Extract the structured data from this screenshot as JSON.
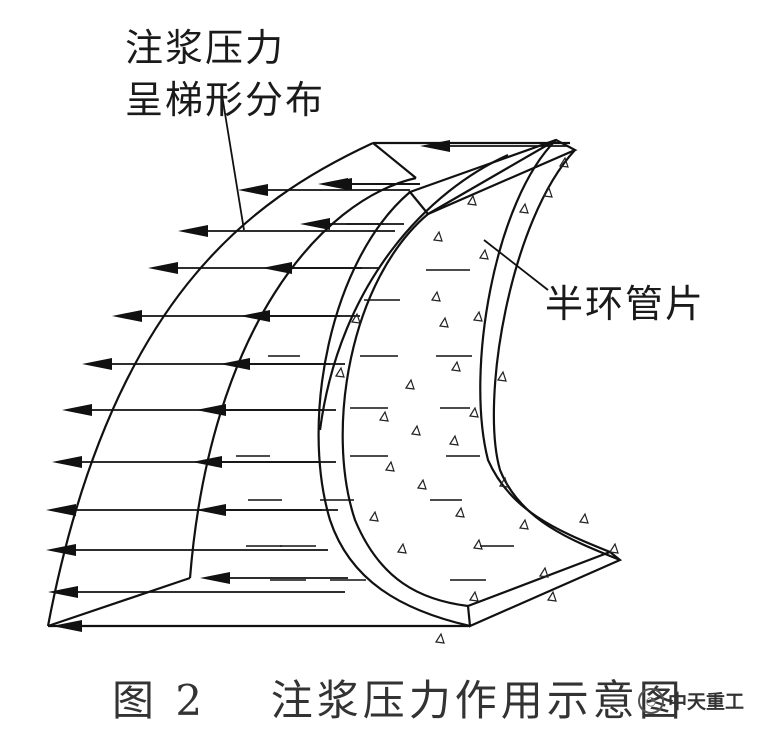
{
  "labels": {
    "pressure_line1": "注浆压力",
    "pressure_line2": "呈梯形分布",
    "segment": "半环管片"
  },
  "caption": {
    "figure_no": "图 2",
    "title": "注浆压力作用示意图"
  },
  "watermark": {
    "text": "中天重工"
  },
  "colors": {
    "ink": "#111111",
    "background": "#ffffff"
  }
}
